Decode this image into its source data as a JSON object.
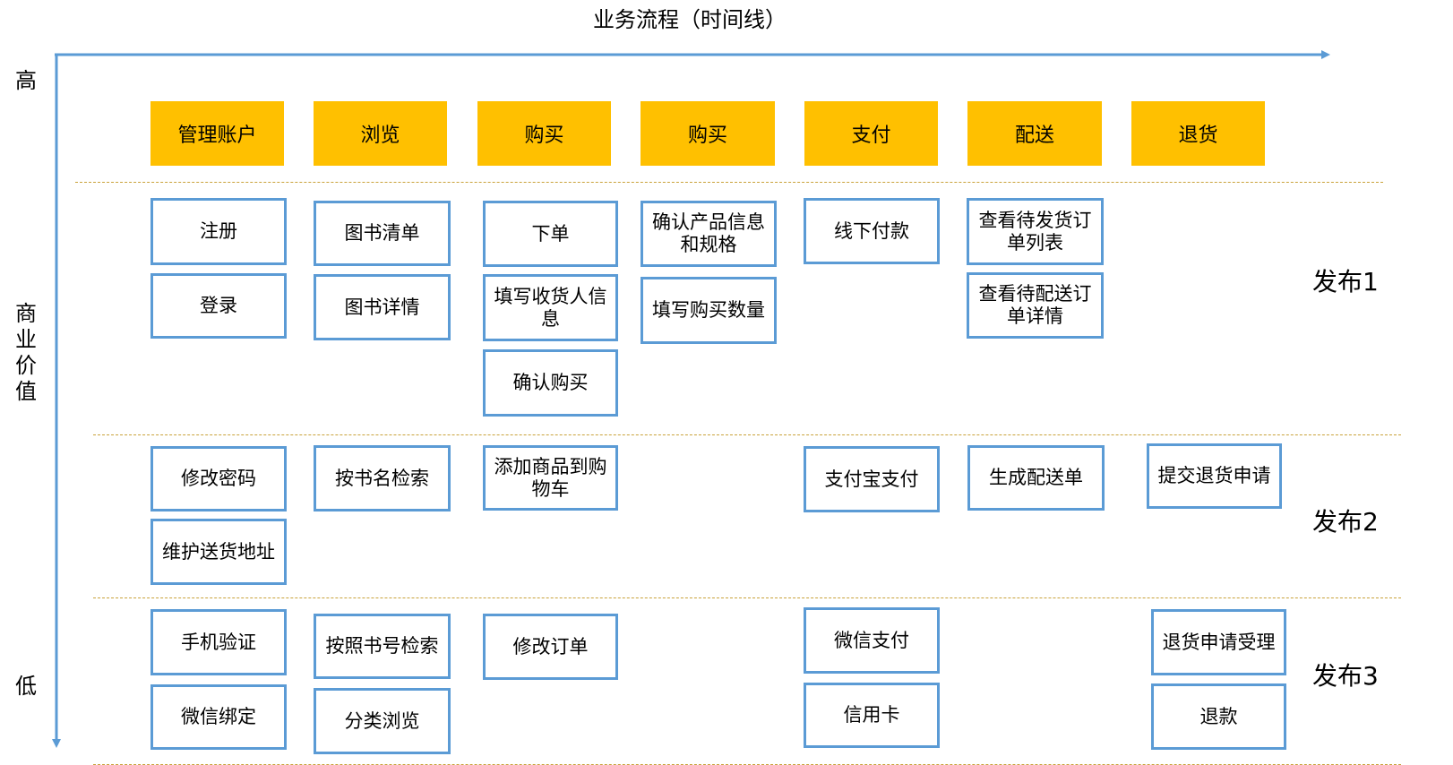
{
  "title": "业务流程（时间线）",
  "axis": {
    "high": "高",
    "low": "低",
    "value_chars": [
      "商",
      "业",
      "价",
      "值"
    ]
  },
  "colors": {
    "header_fill": "#ffc000",
    "card_border": "#5b9bd5",
    "axis": "#5b9bd5",
    "separator": "#c9a23a"
  },
  "headers": [
    "管理账户",
    "浏览",
    "购买",
    "购买",
    "支付",
    "配送",
    "退货"
  ],
  "cards": [
    "注册",
    "登录",
    "图书清单",
    "图书详情",
    "下单",
    "填写收货人信息",
    "确认购买",
    "确认产品信息和规格",
    "填写购买数量",
    "线下付款",
    "查看待发货订单列表",
    "查看待配送订单详情",
    "修改密码",
    "维护送货地址",
    "按书名检索",
    "添加商品到购物车",
    "支付宝支付",
    "生成配送单",
    "提交退货申请",
    "手机验证",
    "微信绑定",
    "按照书号检索",
    "分类浏览",
    "修改订单",
    "微信支付",
    "信用卡",
    "退货申请受理",
    "退款"
  ],
  "releases": [
    "发布1",
    "发布2",
    "发布3"
  ]
}
